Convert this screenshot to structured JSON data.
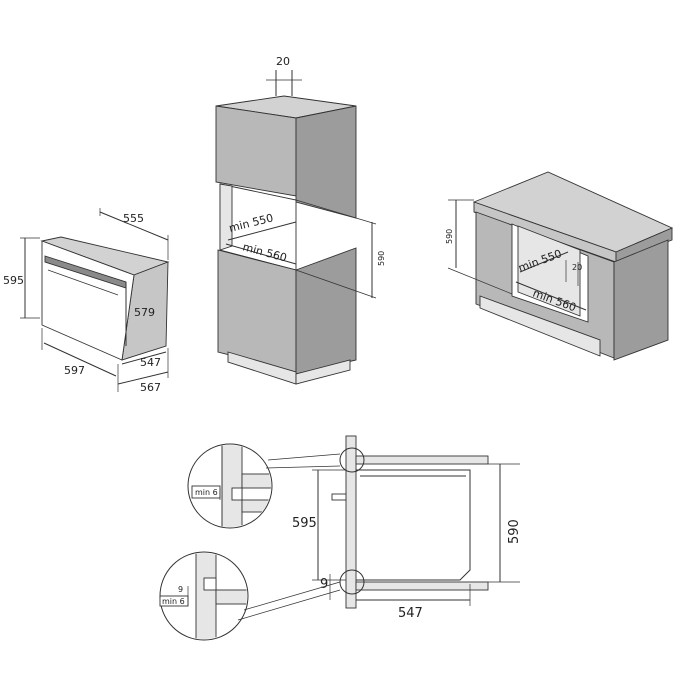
{
  "oven": {
    "width": "597",
    "height": "595",
    "depth_top": "555",
    "front_height": "579",
    "depth_body": "547",
    "depth_total": "567"
  },
  "tall_unit": {
    "top_gap": "20",
    "min_width": "min 560",
    "min_depth": "min 550",
    "niche_height": "590"
  },
  "base_unit": {
    "niche_height": "590",
    "min_width": "min 560",
    "min_depth": "min 550",
    "rear_gap": "20"
  },
  "section": {
    "height": "595",
    "niche_height": "590",
    "depth": "547",
    "bottom_gap": "9",
    "detail_top_label": "min 6",
    "detail_bottom_label": "min 6",
    "detail_bottom_gap": "9"
  }
}
